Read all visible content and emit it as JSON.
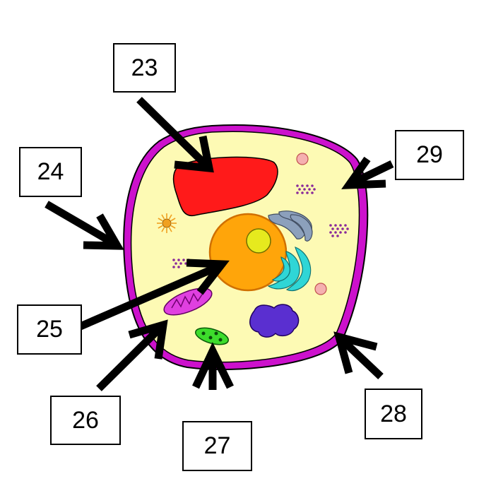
{
  "labels": [
    {
      "id": "23",
      "text": "23"
    },
    {
      "id": "24",
      "text": "24"
    },
    {
      "id": "25",
      "text": "25"
    },
    {
      "id": "26",
      "text": "26"
    },
    {
      "id": "27",
      "text": "27"
    },
    {
      "id": "28",
      "text": "28"
    },
    {
      "id": "29",
      "text": "29"
    }
  ],
  "colors": {
    "membrane": "#cc11cc",
    "cytoplasm": "#fdfab4",
    "er": "#ff1a1a",
    "nucleus": "#ffa50a",
    "nucleolus": "#e6ea1e",
    "mitochondrion": "#e040e0",
    "chloroplast": "#3ddc2c",
    "golgi": "#8ca0bc",
    "golgi_cyan": "#2fd6d6",
    "vacuole": "#5a2fd0",
    "vesicle": "#f5b0b0",
    "centrosome": "#f0a020",
    "ribosome": "#8a2a9a",
    "arrow": "#000000"
  }
}
